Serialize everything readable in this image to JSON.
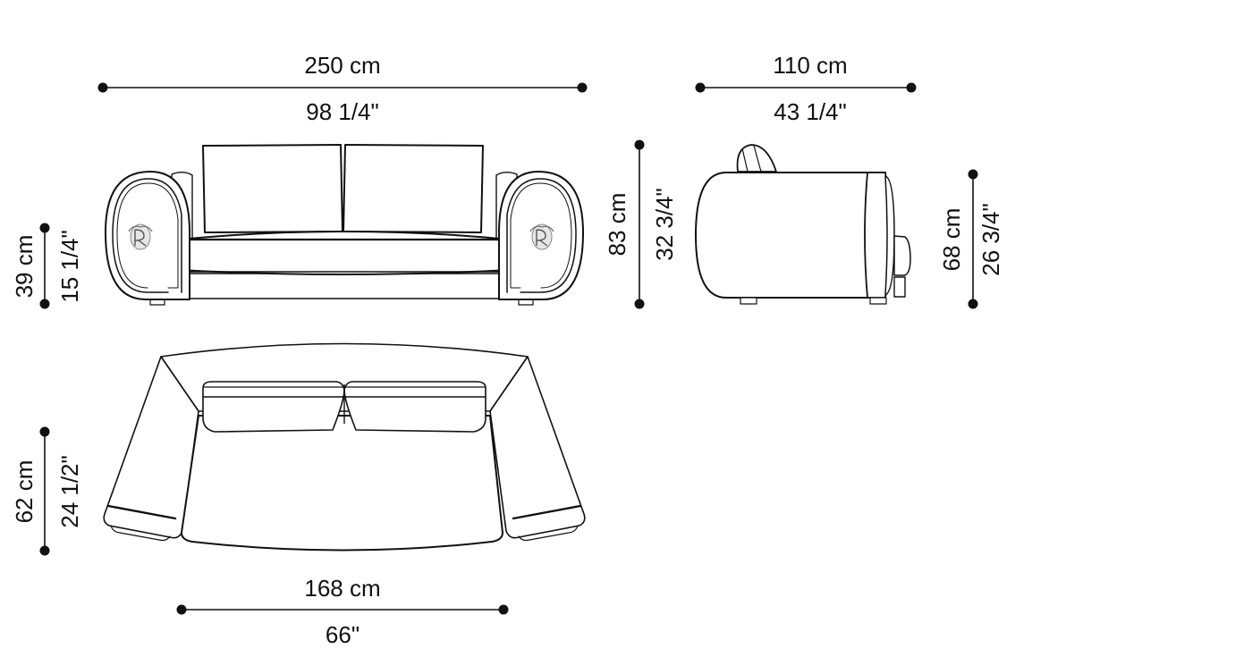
{
  "drawing": {
    "type": "furniture-dimension-sheet",
    "subject": "two-seat sofa",
    "views": [
      "front-view",
      "side-view",
      "top-view"
    ],
    "line_color": "#111111",
    "background": "#ffffff"
  },
  "dimensions": {
    "overall_width": {
      "metric": "250 cm",
      "imperial": "98 1/4\""
    },
    "depth": {
      "metric": "110 cm",
      "imperial": "43 1/4\""
    },
    "height": {
      "metric": "83 cm",
      "imperial": "32 3/4\""
    },
    "arm_height": {
      "metric": "68 cm",
      "imperial": "26 3/4\""
    },
    "seat_height": {
      "metric": "39 cm",
      "imperial": "15 1/4\""
    },
    "seat_depth": {
      "metric": "62 cm",
      "imperial": "24 1/2\""
    },
    "seat_width": {
      "metric": "168 cm",
      "imperial": "66\""
    }
  },
  "front_view": {
    "back_cushions": 2,
    "arm_emblem": "monogram-logo"
  }
}
